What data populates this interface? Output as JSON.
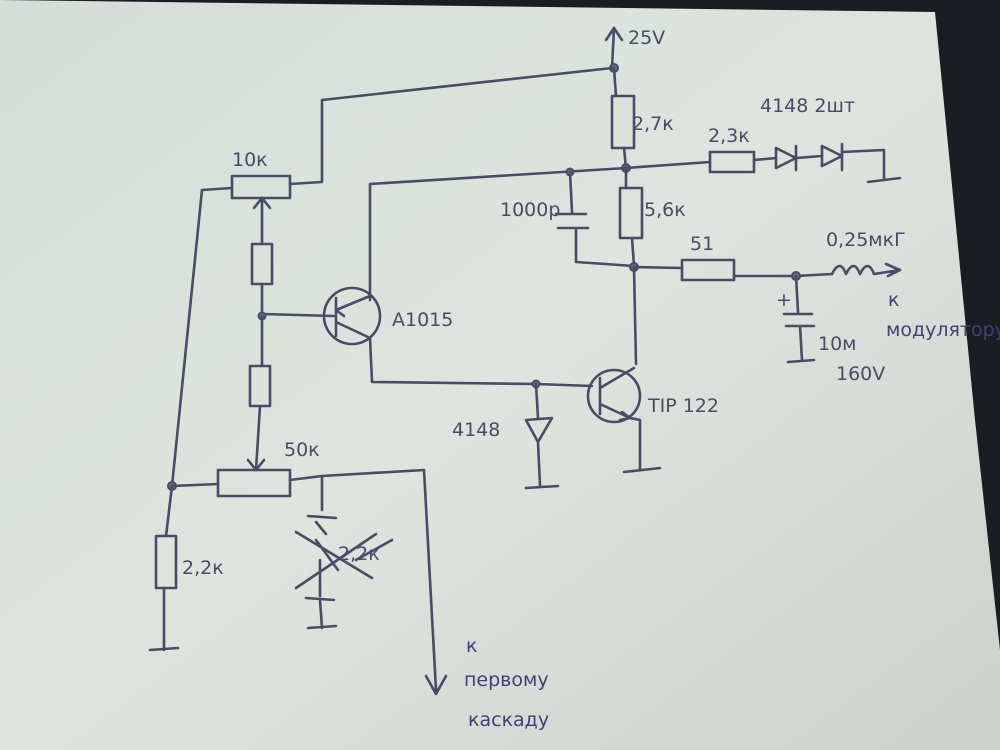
{
  "diagram": {
    "kind": "hand-drawn circuit schematic",
    "supply": {
      "label": "25V"
    },
    "resistors": {
      "r_top": "2,7к",
      "r_series_diodes": "2,3к",
      "r_mid": "5,6к",
      "r_out": "51",
      "r_bottom_left": "2,2к",
      "pot_top": "10к",
      "pot_bottom": "50к",
      "crossed_out": "2,2к"
    },
    "capacitors": {
      "c_feedback": "1000р",
      "c_output": "10м",
      "c_output_voltage": "160V",
      "c_output_polarity": "+"
    },
    "inductor": {
      "label": "0,25мкГ"
    },
    "diodes": {
      "series_pair": "4148 2шт",
      "base_clamp": "4148"
    },
    "transistors": {
      "pnp": "A1015",
      "npn": "TIP 122"
    },
    "annotations": {
      "output_to": [
        "к",
        "модулятору"
      ],
      "input_to": [
        "к",
        "первому",
        "каскаду"
      ]
    }
  }
}
